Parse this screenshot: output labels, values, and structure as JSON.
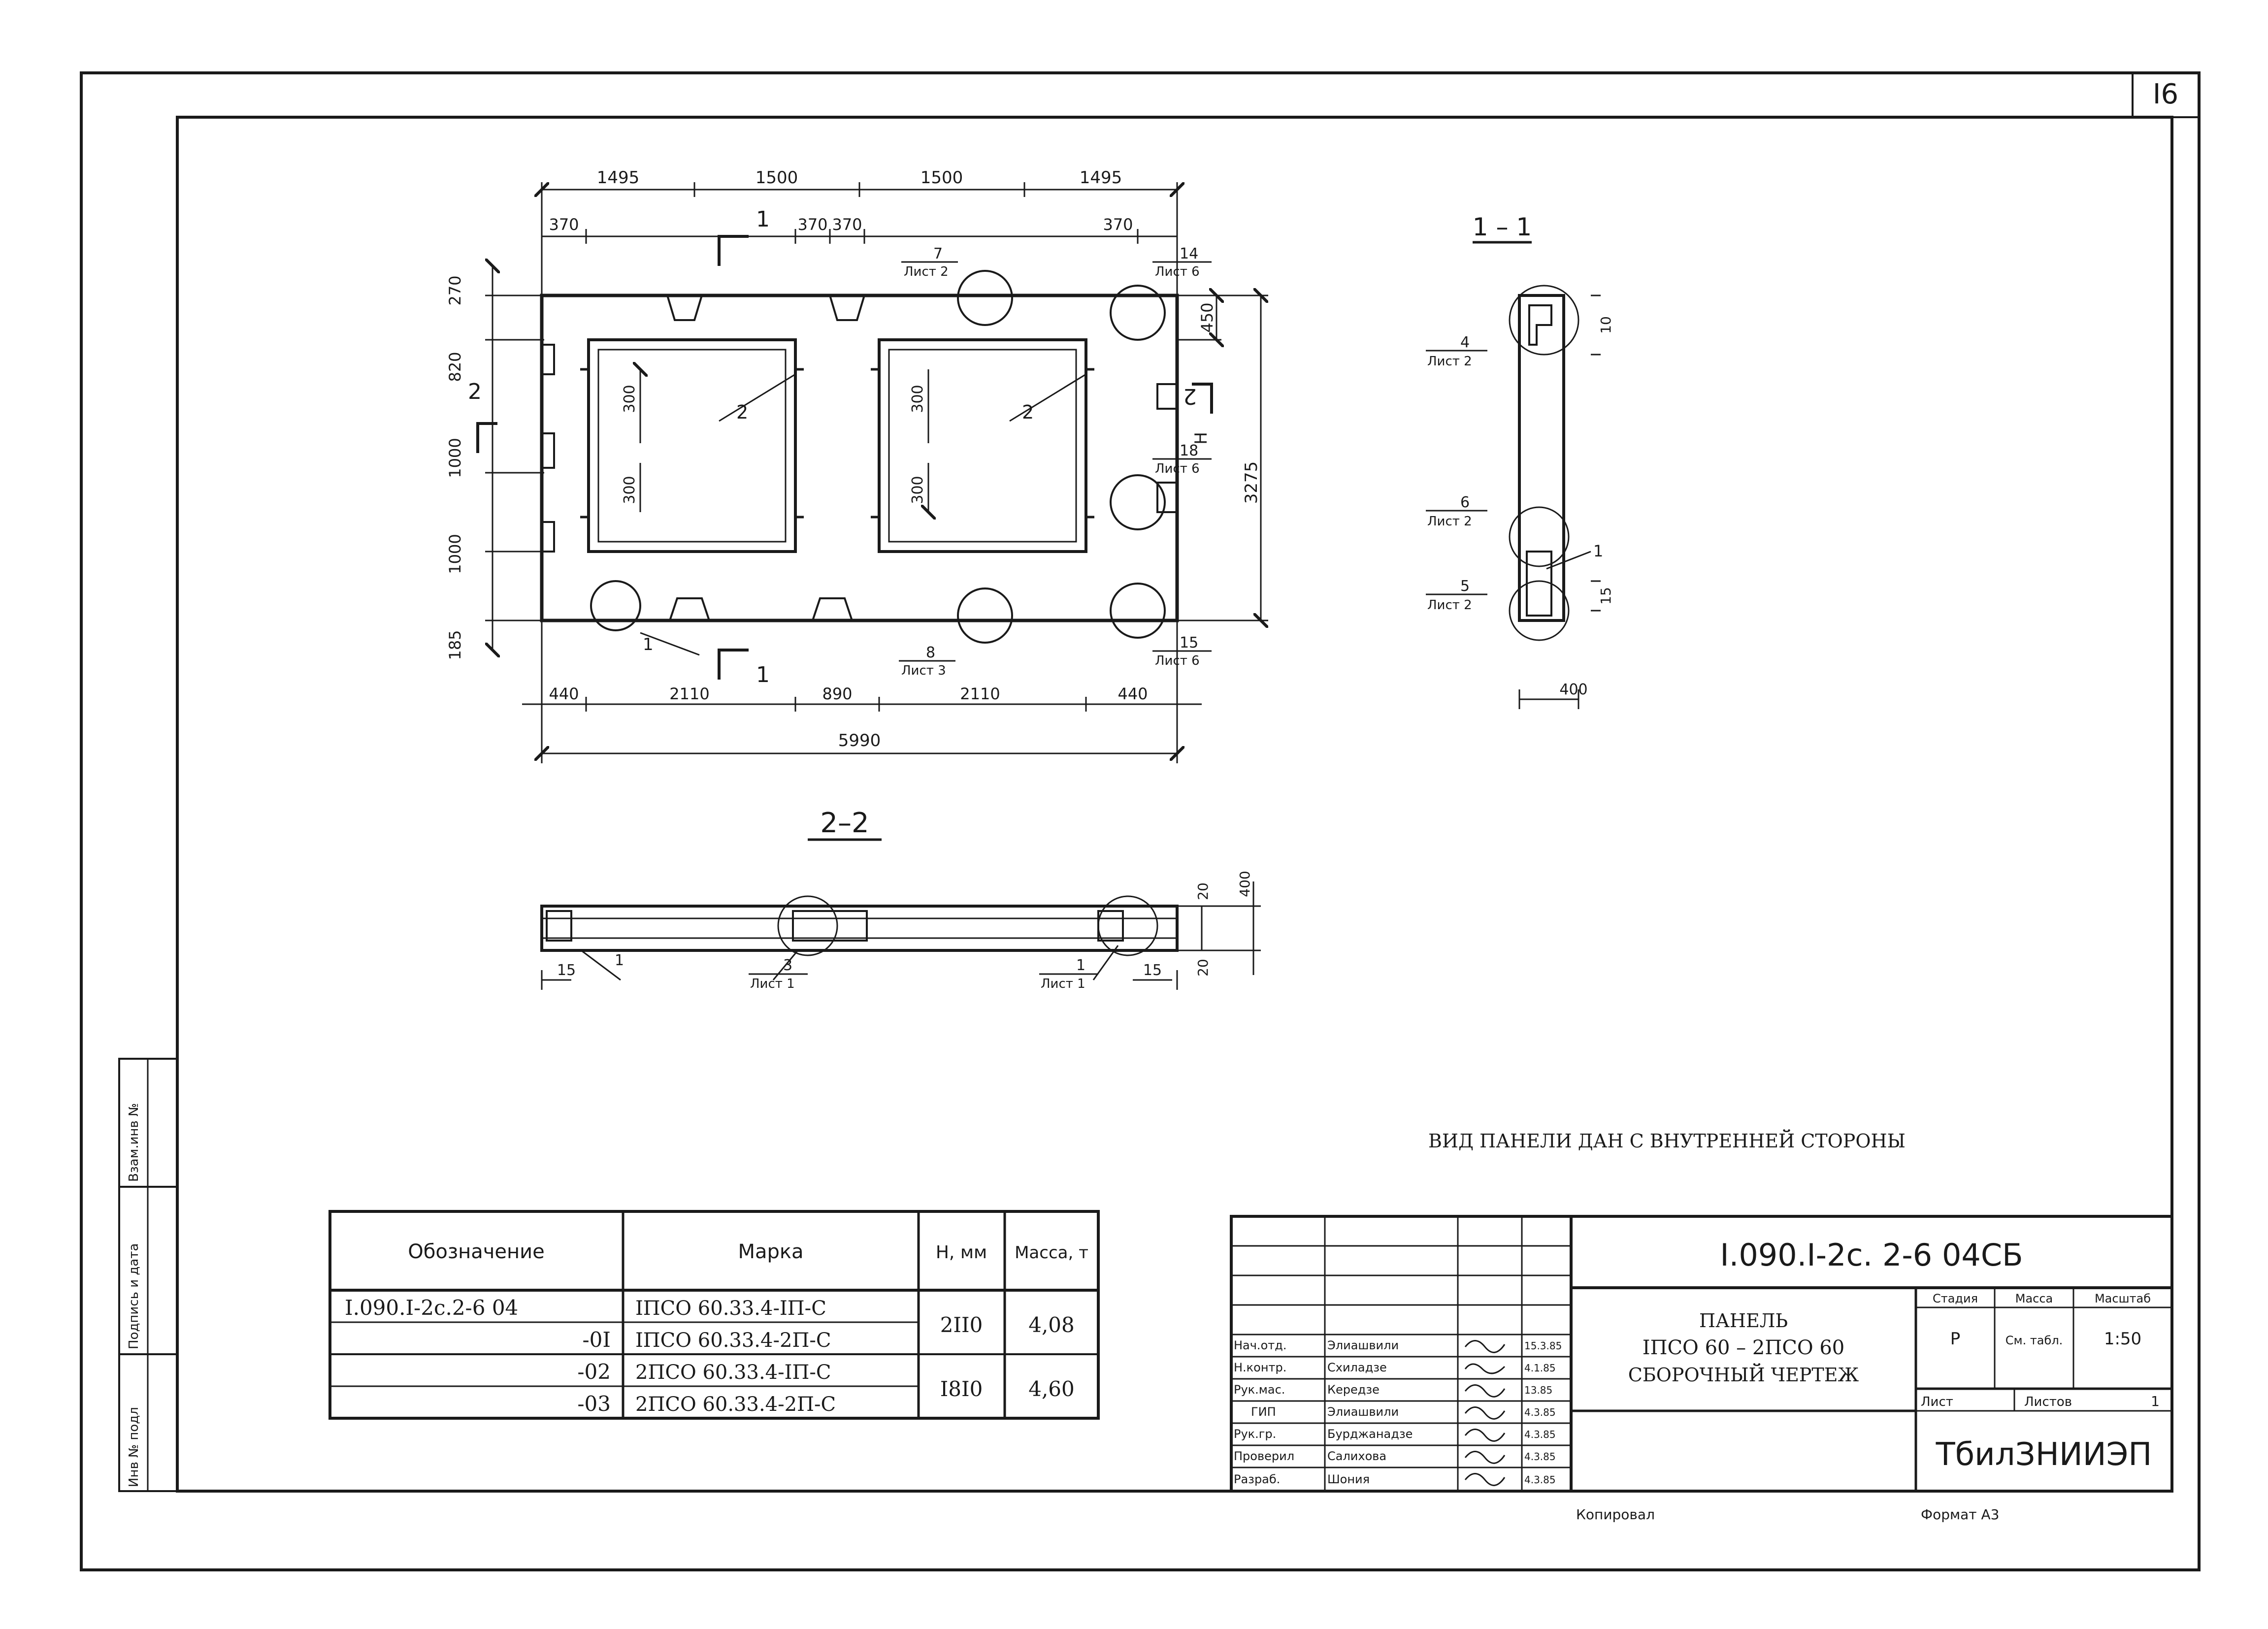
{
  "sheet": {
    "sheet_number": "I6",
    "note": "ВИД ПАНЕЛИ ДАН С ВНУТРЕННЕЙ СТОРОНЫ",
    "copied_by": "Копировал",
    "format": "Формат А3"
  },
  "plan_view": {
    "top_dims": [
      "1495",
      "1500",
      "1500",
      "1495"
    ],
    "top_sub_dims": [
      "370",
      "370",
      "370",
      "370"
    ],
    "left_dims": [
      "270",
      "820",
      "1000",
      "1000",
      "185"
    ],
    "right_dims": [
      "450",
      "3275"
    ],
    "bottom_dims": [
      "440",
      "2110",
      "890",
      "2110",
      "440"
    ],
    "overall_width": "5990",
    "inner_dims": [
      "300",
      "300",
      "300",
      "300"
    ],
    "height_mark": "Н",
    "section_mark_1": "1",
    "section_mark_2": "2",
    "callouts": [
      {
        "num": "7",
        "sheet": "Лист 2"
      },
      {
        "num": "14",
        "sheet": "Лист 6"
      },
      {
        "num": "18",
        "sheet": "Лист 6"
      },
      {
        "num": "15",
        "sheet": "Лист 6"
      },
      {
        "num": "8",
        "sheet": "Лист 3"
      }
    ],
    "pos_labels": [
      "2",
      "2",
      "1"
    ]
  },
  "section_1_1": {
    "title": "1 – 1",
    "callouts": [
      {
        "num": "4",
        "sheet": "Лист 2"
      },
      {
        "num": "6",
        "sheet": "Лист 2"
      },
      {
        "num": "5",
        "sheet": "Лист 2"
      }
    ],
    "dims": [
      "10",
      "15",
      "400"
    ],
    "pos_label": "1"
  },
  "section_2_2": {
    "title": "2–2",
    "callouts": [
      {
        "num": "3",
        "sheet": "Лист 1"
      },
      {
        "num": "1",
        "sheet": "Лист 1"
      }
    ],
    "dims": [
      "15",
      "15",
      "20",
      "20",
      "400"
    ],
    "pos_label": "1"
  },
  "marks_table": {
    "headers": [
      "Обозначение",
      "Марка",
      "Н, мм",
      "Масса, т"
    ],
    "rows": [
      {
        "designation": "I.090.I-2с.2-6 04",
        "mark": "IПСО 60.33.4-IП-С"
      },
      {
        "designation": "-0I",
        "mark": "IПСО 60.33.4-2П-С"
      },
      {
        "designation": "-02",
        "mark": "2ПСО 60.33.4-IП-С"
      },
      {
        "designation": "-03",
        "mark": "2ПСО 60.33.4-2П-С"
      }
    ],
    "groups": [
      {
        "h": "2II0",
        "mass": "4,08"
      },
      {
        "h": "I8I0",
        "mass": "4,60"
      }
    ]
  },
  "title_block": {
    "code": "I.090.I-2с. 2-6 04СБ",
    "name_lines": [
      "ПАНЕЛЬ",
      "IПСО 60 – 2ПСО 60",
      "СБОРОЧНЫЙ ЧЕРТЕЖ"
    ],
    "stage_header": "Стадия",
    "mass_header": "Масса",
    "scale_header": "Масштаб",
    "stage": "Р",
    "mass": "См. табл.",
    "scale": "1:50",
    "sheet_label": "Лист",
    "sheets_label": "Листов",
    "sheets_count": "1",
    "org": "ТбилЗНИИЭП",
    "signatures": [
      {
        "role": "Нач.отд.",
        "name": "Элиашвили",
        "date": "15.3.85"
      },
      {
        "role": "Н.контр.",
        "name": "Схиладзе",
        "date": "4.1.85"
      },
      {
        "role": "Рук.мас.",
        "name": "Кередзе",
        "date": "13.85"
      },
      {
        "role": "ГИП",
        "name": "Элиашвили",
        "date": "4.3.85"
      },
      {
        "role": "Рук.гр.",
        "name": "Бурджанадзе",
        "date": "4.3.85"
      },
      {
        "role": "Проверил",
        "name": "Салихова",
        "date": "4.3.85"
      },
      {
        "role": "Разраб.",
        "name": "Шония",
        "date": "4.3.85"
      }
    ]
  },
  "side_stamp": {
    "labels": [
      "Взам.инв №",
      "Подпись и дата",
      "Инв № подл"
    ]
  }
}
